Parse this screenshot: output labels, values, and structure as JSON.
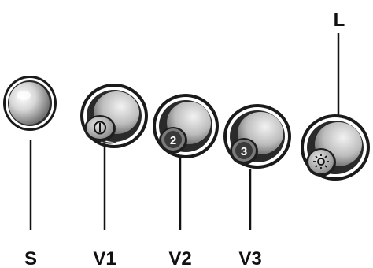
{
  "labels": {
    "s": "S",
    "v1": "V1",
    "v2": "V2",
    "v3": "V3",
    "l": "L"
  },
  "knob_symbols": {
    "v1": "power-symbol",
    "v2": "2",
    "v3": "3",
    "l": "light-symbol"
  },
  "colors": {
    "line": "#111111",
    "knob_dark": "#2a2a2a",
    "knob_light": "#d8d8d8"
  }
}
